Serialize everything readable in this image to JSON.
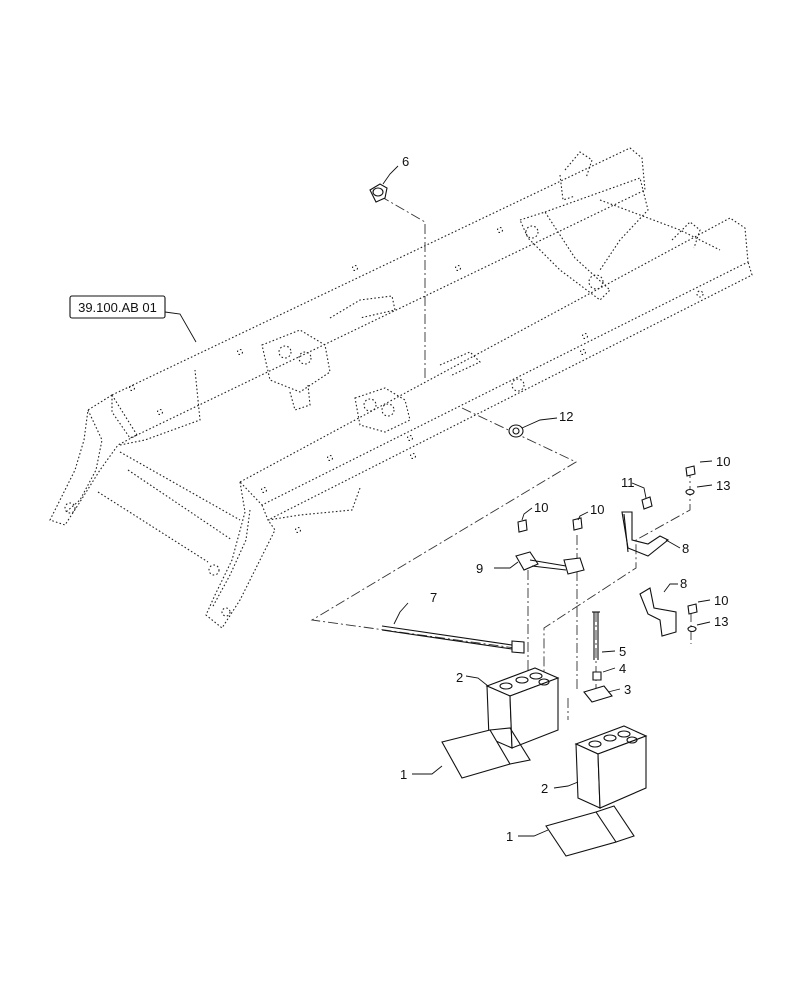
{
  "reference": {
    "text": "39.100.AB 01"
  },
  "callouts": [
    {
      "id": "c6",
      "text": "6"
    },
    {
      "id": "c12",
      "text": "12"
    },
    {
      "id": "c11",
      "text": "11"
    },
    {
      "id": "c10a",
      "text": "10"
    },
    {
      "id": "c13a",
      "text": "13"
    },
    {
      "id": "c10b",
      "text": "10"
    },
    {
      "id": "c10c",
      "text": "10"
    },
    {
      "id": "c8a",
      "text": "8"
    },
    {
      "id": "c9",
      "text": "9"
    },
    {
      "id": "c7",
      "text": "7"
    },
    {
      "id": "c8b",
      "text": "8"
    },
    {
      "id": "c10d",
      "text": "10"
    },
    {
      "id": "c13b",
      "text": "13"
    },
    {
      "id": "c5",
      "text": "5"
    },
    {
      "id": "c4",
      "text": "4"
    },
    {
      "id": "c3",
      "text": "3"
    },
    {
      "id": "c2a",
      "text": "2"
    },
    {
      "id": "c1a",
      "text": "1"
    },
    {
      "id": "c2b",
      "text": "2"
    },
    {
      "id": "c1b",
      "text": "1"
    }
  ]
}
